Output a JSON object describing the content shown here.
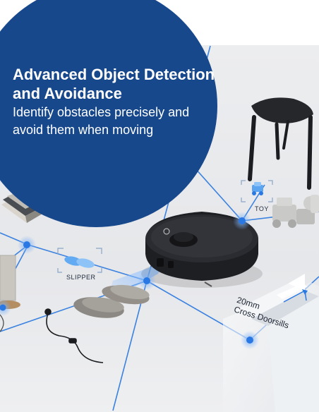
{
  "banner": {
    "headline": "Advanced Object Detection and Avoidance",
    "subline": "Identify obstacles precisely and avoid them when moving",
    "bubble_color": "#17488c"
  },
  "labels": {
    "toy": "TOY",
    "slipper": "SLIPPER",
    "doorsill_height": "20mm",
    "doorsill_text": "Cross Doorsills"
  },
  "icons": [
    "toy-car-icon",
    "slipper-icon"
  ],
  "colors": {
    "accent": "#2a78e4",
    "line": "#3b82e0",
    "robot": "#1e1f23",
    "floor": "#ebecee"
  }
}
